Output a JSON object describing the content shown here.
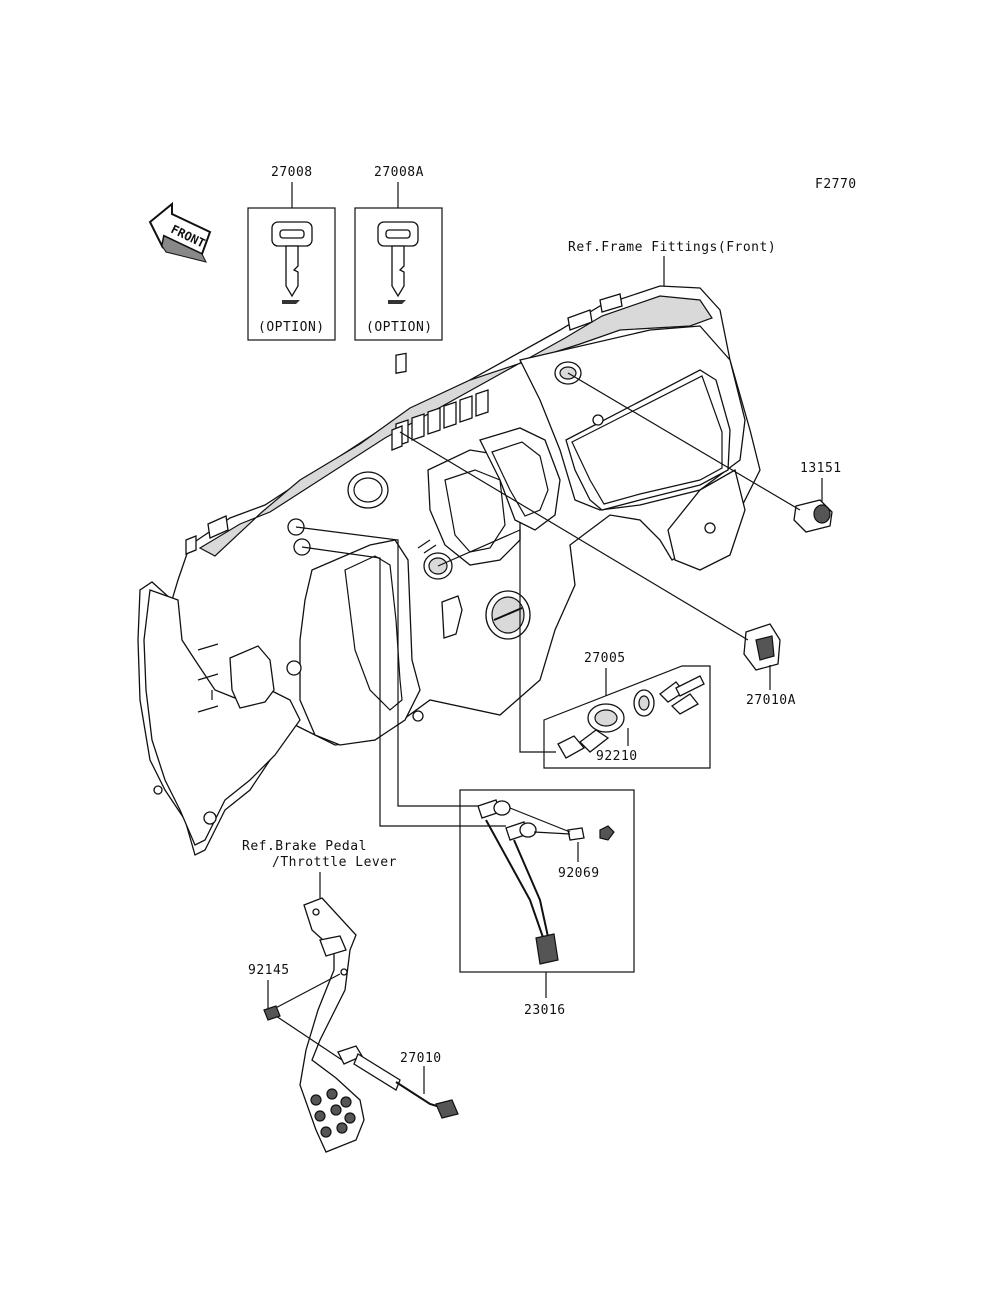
{
  "figure_code": "F2770",
  "front_arrow_label": "FRONT",
  "refs": {
    "frame": "Ref.Frame Fittings(Front)",
    "brake_line1": "Ref.Brake Pedal",
    "brake_line2": "/Throttle Lever"
  },
  "keys": [
    {
      "part": "27008",
      "note": "(OPTION)"
    },
    {
      "part": "27008A",
      "note": "(OPTION)"
    }
  ],
  "parts": {
    "p13151": "13151",
    "p27010A": "27010A",
    "p27005": "27005",
    "p92210": "92210",
    "p92069": "92069",
    "p23016": "23016",
    "p92145": "92145",
    "p27010": "27010"
  }
}
